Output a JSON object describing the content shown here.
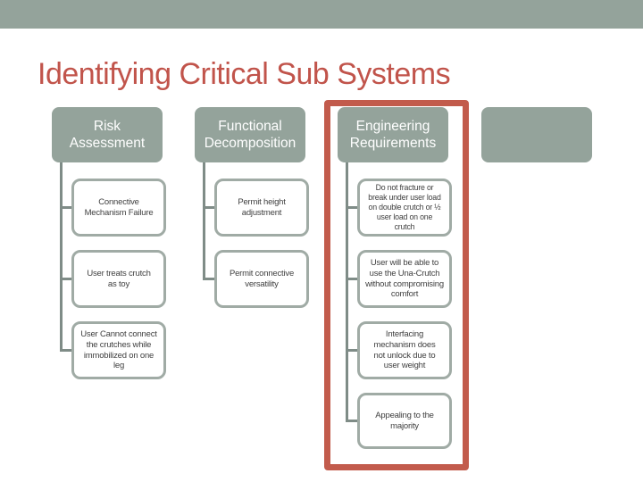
{
  "slide": {
    "title": "Identifying Critical Sub Systems",
    "colors": {
      "top_bar": "#94a39b",
      "title_text": "#c1544b",
      "header_fill": "#94a39b",
      "header_text": "#ffffff",
      "highlight_border": "#c25b4c",
      "connector_line": "#7f8c87",
      "node_border": "#a0aba5",
      "node_text": "#3f3f3f"
    },
    "columns": [
      {
        "header": "Risk\nAssessment",
        "highlighted": false,
        "items": [
          "Connective\nMechanism Failure",
          "User treats crutch\nas toy",
          "User Cannot connect\nthe crutches while\nimmobilized on one\nleg"
        ]
      },
      {
        "header": "Functional\nDecomposition",
        "highlighted": false,
        "items": [
          "Permit height\nadjustment",
          "Permit connective\nversatility"
        ]
      },
      {
        "header": "Engineering\nRequirements",
        "highlighted": true,
        "items": [
          "Do not fracture or\nbreak under user load\non double crutch or ½\nuser load on one\ncrutch",
          "User will be able to\nuse the Una-Crutch\nwithout compromising\ncomfort",
          "Interfacing\nmechanism does\nnot unlock due to\nuser weight",
          "Appealing to the\nmajority"
        ]
      },
      {
        "header": "",
        "highlighted": false,
        "items": []
      }
    ]
  }
}
